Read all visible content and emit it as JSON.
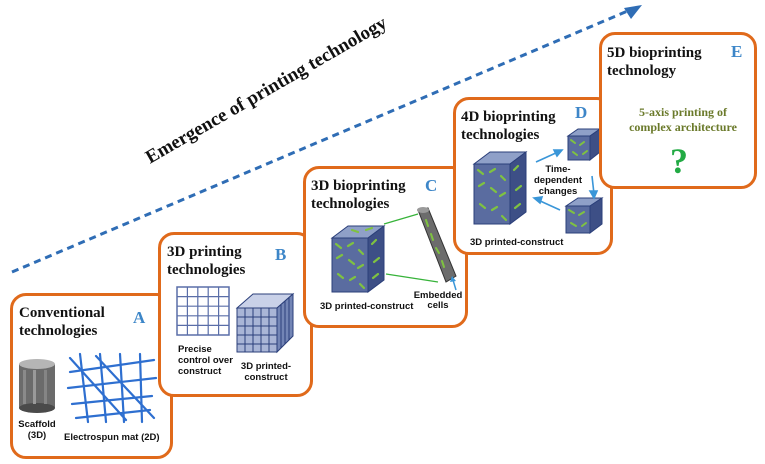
{
  "headline": "Emergence of printing technology",
  "stages": [
    {
      "letter": "A",
      "title_line1": "Conventional",
      "title_line2": "technologies",
      "labels": {
        "scaffold_1": "Scaffold",
        "scaffold_2": "(3D)",
        "mat": "Electrospun mat (2D)"
      }
    },
    {
      "letter": "B",
      "title_line1": "3D printing",
      "title_line2": "technologies",
      "labels": {
        "control_1": "Precise",
        "control_2": "control over",
        "control_3": "construct",
        "construct_1": "3D printed-",
        "construct_2": "construct"
      }
    },
    {
      "letter": "C",
      "title_line1": "3D bioprinting",
      "title_line2": "technologies",
      "labels": {
        "construct": "3D printed-construct",
        "cells_1": "Embedded",
        "cells_2": "cells"
      }
    },
    {
      "letter": "D",
      "title_line1": "4D bioprinting",
      "title_line2": "technologies",
      "labels": {
        "time_1": "Time-",
        "time_2": "dependent",
        "time_3": "changes",
        "construct": "3D printed-construct"
      }
    },
    {
      "letter": "E",
      "title_line1": "5D bioprinting",
      "title_line2": "technology",
      "labels": {
        "goal_1": "5-axis printing of",
        "goal_2": "complex architecture",
        "unknown": "?"
      }
    }
  ],
  "colors": {
    "box_border": "#e06a1b",
    "letter": "#3d86c8",
    "arrow": "#2f6db5",
    "goal_text": "#6b7a2b",
    "question": "#22aa44",
    "lattice": "#2b3f7a",
    "cells": "#7fc241"
  },
  "icons": [
    "trend-arrow-icon",
    "scaffold-cylinder-icon",
    "electrospun-mesh-icon",
    "grid-construct-icon",
    "lattice-cube-icon",
    "cell-laden-cube-icon",
    "embedded-cell-strut-icon",
    "time-cycle-arrows-icon"
  ]
}
